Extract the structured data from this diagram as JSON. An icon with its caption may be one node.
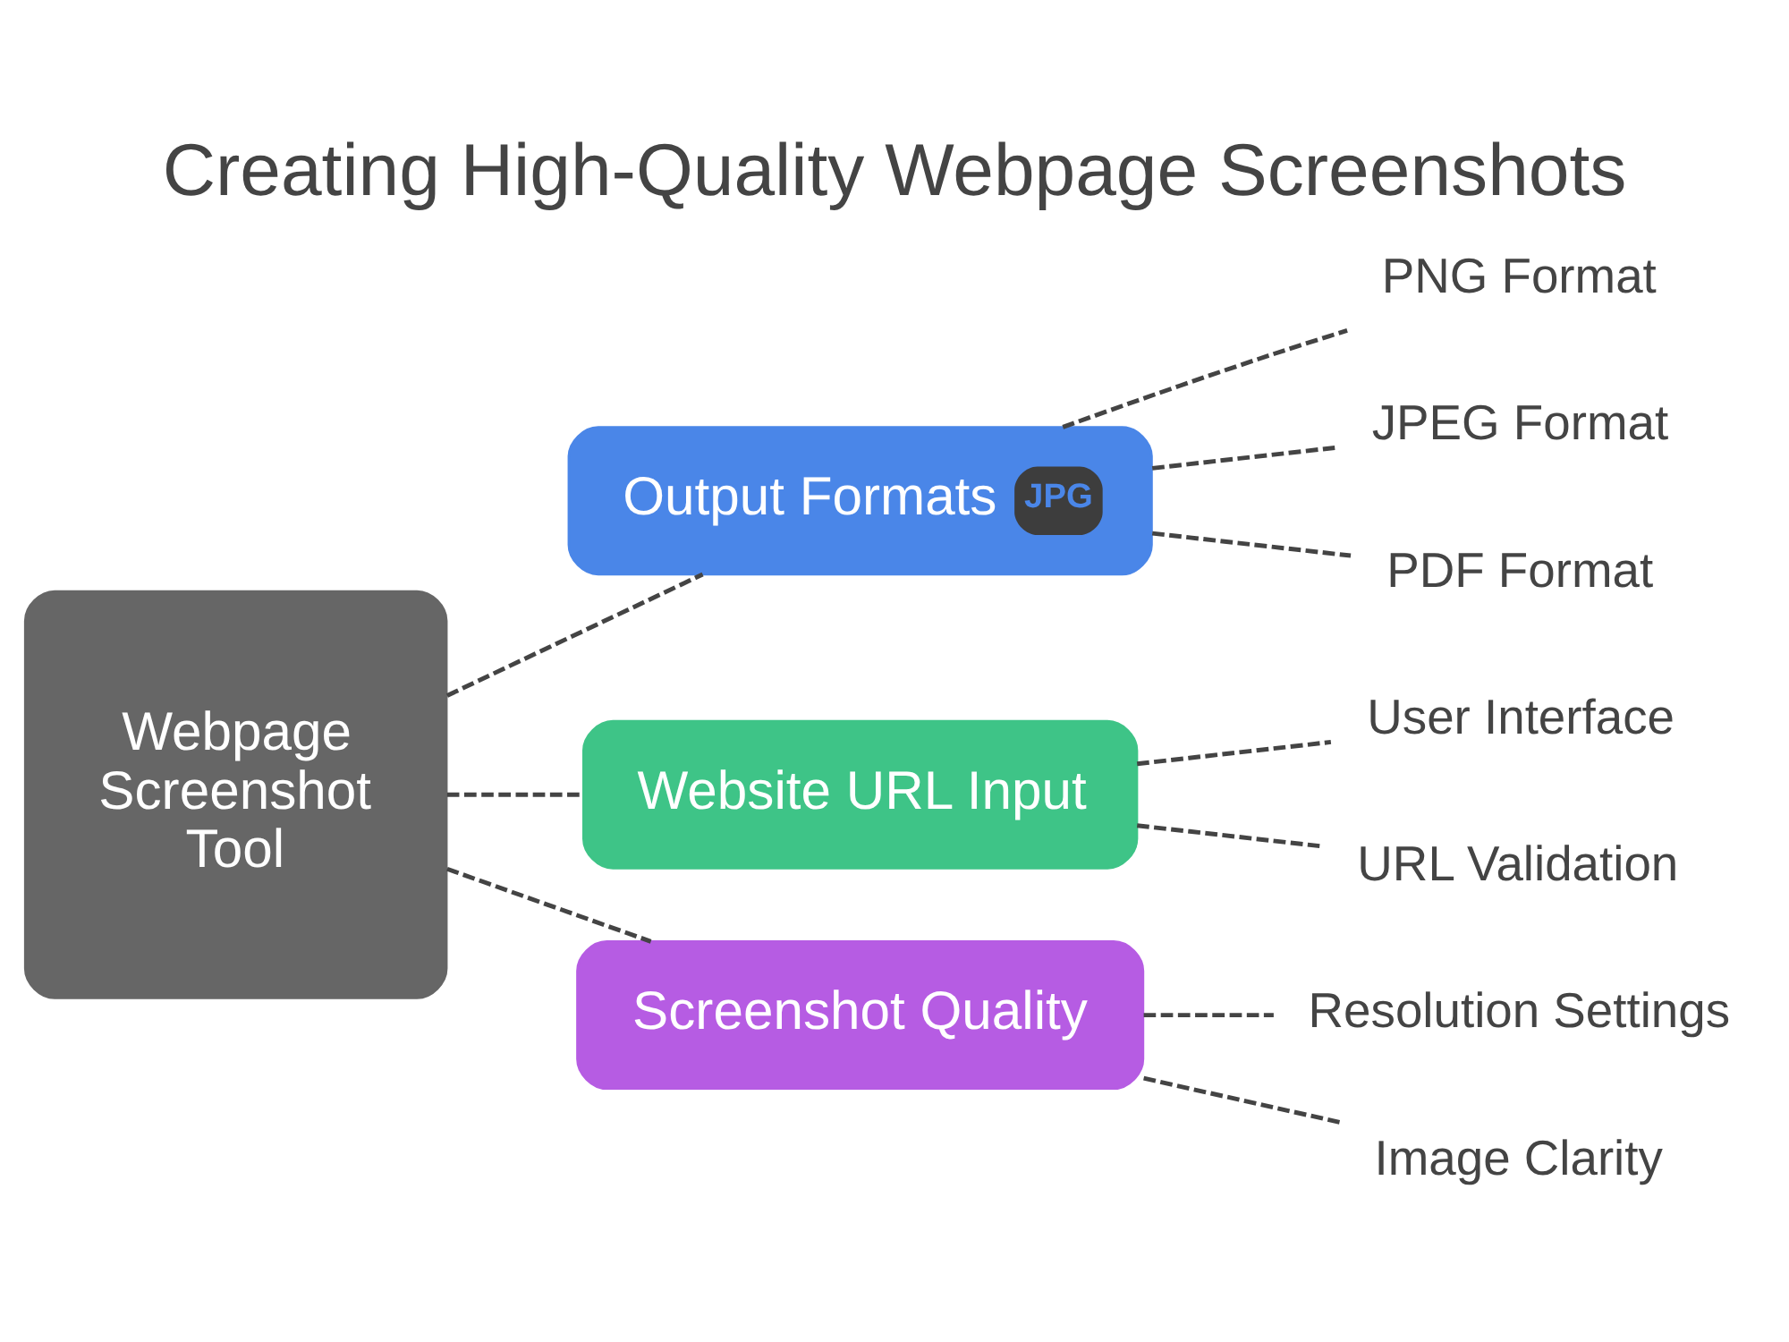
{
  "diagram": {
    "title": "Creating High-Quality Webpage Screenshots",
    "nodes": [
      {
        "text": [
          "Webpage Screenshot Tool"
        ]
      },
      {
        "text": [
          "Output Formats",
          "JPG"
        ]
      },
      {
        "text": [
          "PNG Format"
        ]
      },
      {
        "text": [
          "JPEG Format"
        ]
      },
      {
        "text": [
          "PDF Format"
        ]
      },
      {
        "text": [
          "Website URL Input"
        ]
      },
      {
        "text": [
          "User Interface"
        ]
      },
      {
        "text": [
          "URL Validation"
        ]
      },
      {
        "text": [
          "Screenshot Quality"
        ]
      },
      {
        "text": [
          "Resolution Settings"
        ]
      },
      {
        "text": [
          "Image Clarity"
        ]
      }
    ],
    "edges": [
      {
        "from": 0,
        "to": 1,
        "arrow": "none",
        "style": "dashed"
      },
      {
        "from": 1,
        "to": 2,
        "arrow": "none",
        "style": "dashed"
      },
      {
        "from": 1,
        "to": 3,
        "arrow": "none",
        "style": "dashed"
      },
      {
        "from": 1,
        "to": 4,
        "arrow": "none",
        "style": "dashed"
      },
      {
        "from": 0,
        "to": 5,
        "arrow": "none",
        "style": "dashed"
      },
      {
        "from": 5,
        "to": 6,
        "arrow": "none",
        "style": "dashed"
      },
      {
        "from": 5,
        "to": 7,
        "arrow": "none",
        "style": "dashed"
      },
      {
        "from": 0,
        "to": 8,
        "arrow": "none",
        "style": "dashed"
      },
      {
        "from": 8,
        "to": 9,
        "arrow": "none",
        "style": "dashed"
      },
      {
        "from": 8,
        "to": 10,
        "arrow": "none",
        "style": "dashed"
      }
    ]
  }
}
